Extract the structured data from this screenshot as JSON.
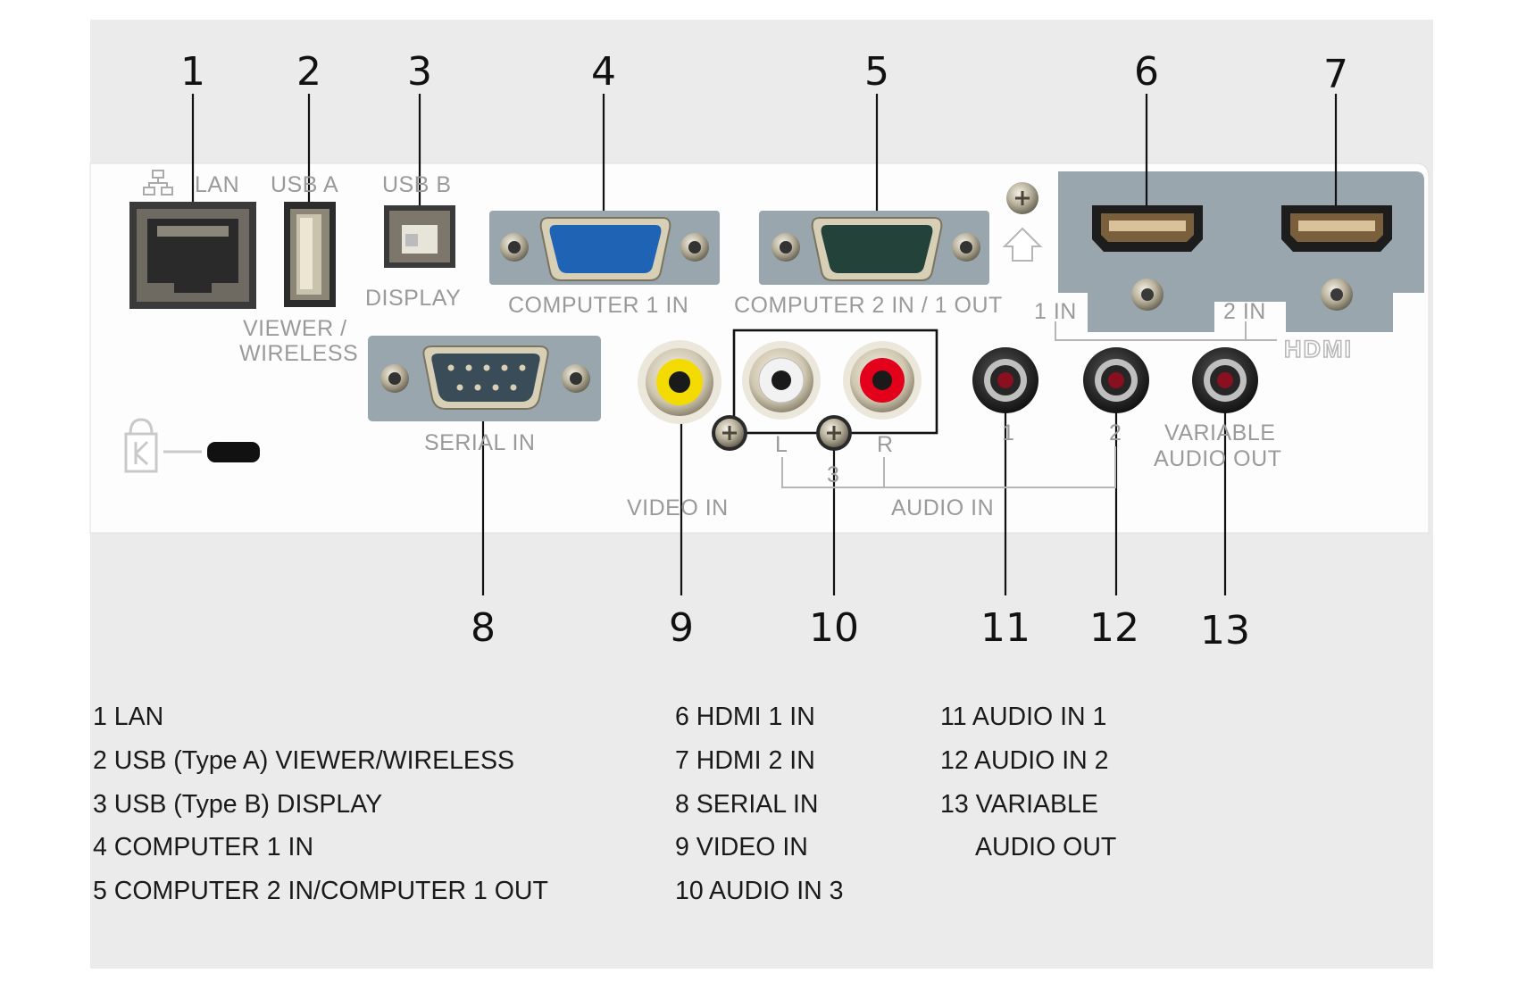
{
  "callouts": [
    "1",
    "2",
    "3",
    "4",
    "5",
    "6",
    "7",
    "8",
    "9",
    "10",
    "11",
    "12",
    "13"
  ],
  "panel_labels": {
    "lan": "LAN",
    "usb_a": "USB A",
    "usb_b": "USB B",
    "display": "DISPLAY",
    "viewer": "VIEWER /",
    "wireless": "WIRELESS",
    "computer1_in": "COMPUTER 1 IN",
    "computer2": "COMPUTER 2 IN / 1 OUT",
    "serial_in": "SERIAL IN",
    "video_in": "VIDEO IN",
    "audio_in": "AUDIO IN",
    "l": "L",
    "r": "R",
    "three": "3",
    "one": "1",
    "two": "2",
    "variable": "VARIABLE",
    "audio_out": "AUDIO OUT",
    "hdmi_1in": "1 IN",
    "hdmi_2in": "2 IN",
    "hdmi_logo": "HDMI"
  },
  "legend": {
    "col1": [
      "1 LAN",
      "2 USB (Type A) VIEWER/WIRELESS",
      "3 USB (Type B) DISPLAY",
      "4 COMPUTER 1 IN",
      "5 COMPUTER 2 IN/COMPUTER 1 OUT"
    ],
    "col2": [
      "6 HDMI 1 IN",
      "7 HDMI 2 IN",
      "8 SERIAL IN",
      "9 VIDEO IN",
      "10 AUDIO IN 3"
    ],
    "col3": [
      "11 AUDIO IN 1",
      "12 AUDIO IN 2",
      "13 VARIABLE",
      "AUDIO OUT"
    ]
  },
  "colors": {
    "frame": "#ebebeb",
    "panel": "#fdfdfd",
    "port_plate": "#99a6ad",
    "vga_blue": "#1f63b4",
    "vga_green": "#23423a",
    "rca_yellow": "#f3da00",
    "rca_white": "#f2f2f2",
    "rca_red": "#e3001b"
  },
  "icons": [
    "network-icon",
    "kensington-lock-icon",
    "arrow-up-icon"
  ]
}
